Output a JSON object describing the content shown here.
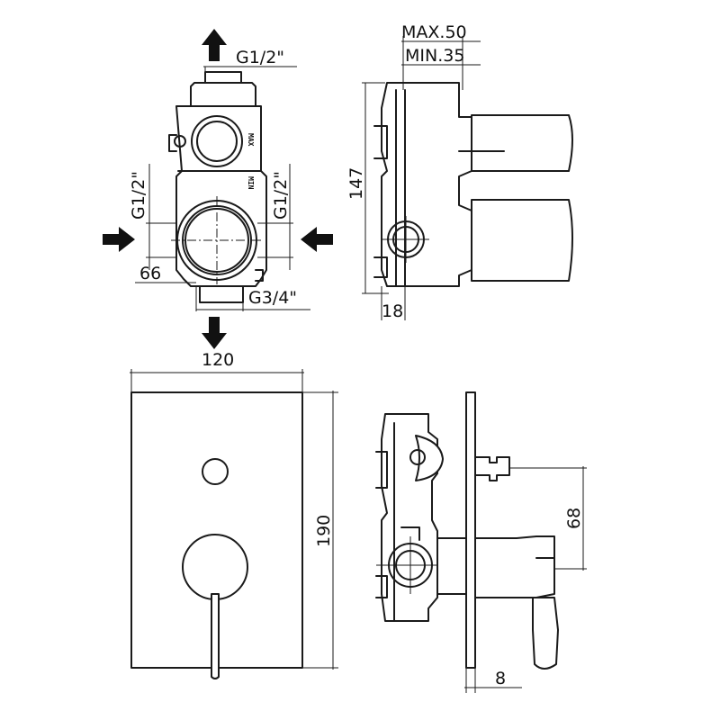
{
  "labels": {
    "top_inlet": "G1/2\"",
    "left_inlet": "G1/2\"",
    "right_inlet": "G1/2\"",
    "bottom_outlet": "G3/4\"",
    "left_offset": "66",
    "max_depth": "MAX.50",
    "min_depth": "MIN.35",
    "body_height": "147",
    "body_offset": "18",
    "plate_width": "120",
    "plate_height": "190",
    "lever_offset": "68",
    "plate_thickness": "8",
    "cartridge_max": "MAX",
    "cartridge_min": "MIN"
  },
  "icons": {
    "flow_arrow": "filled-block-arrow"
  }
}
